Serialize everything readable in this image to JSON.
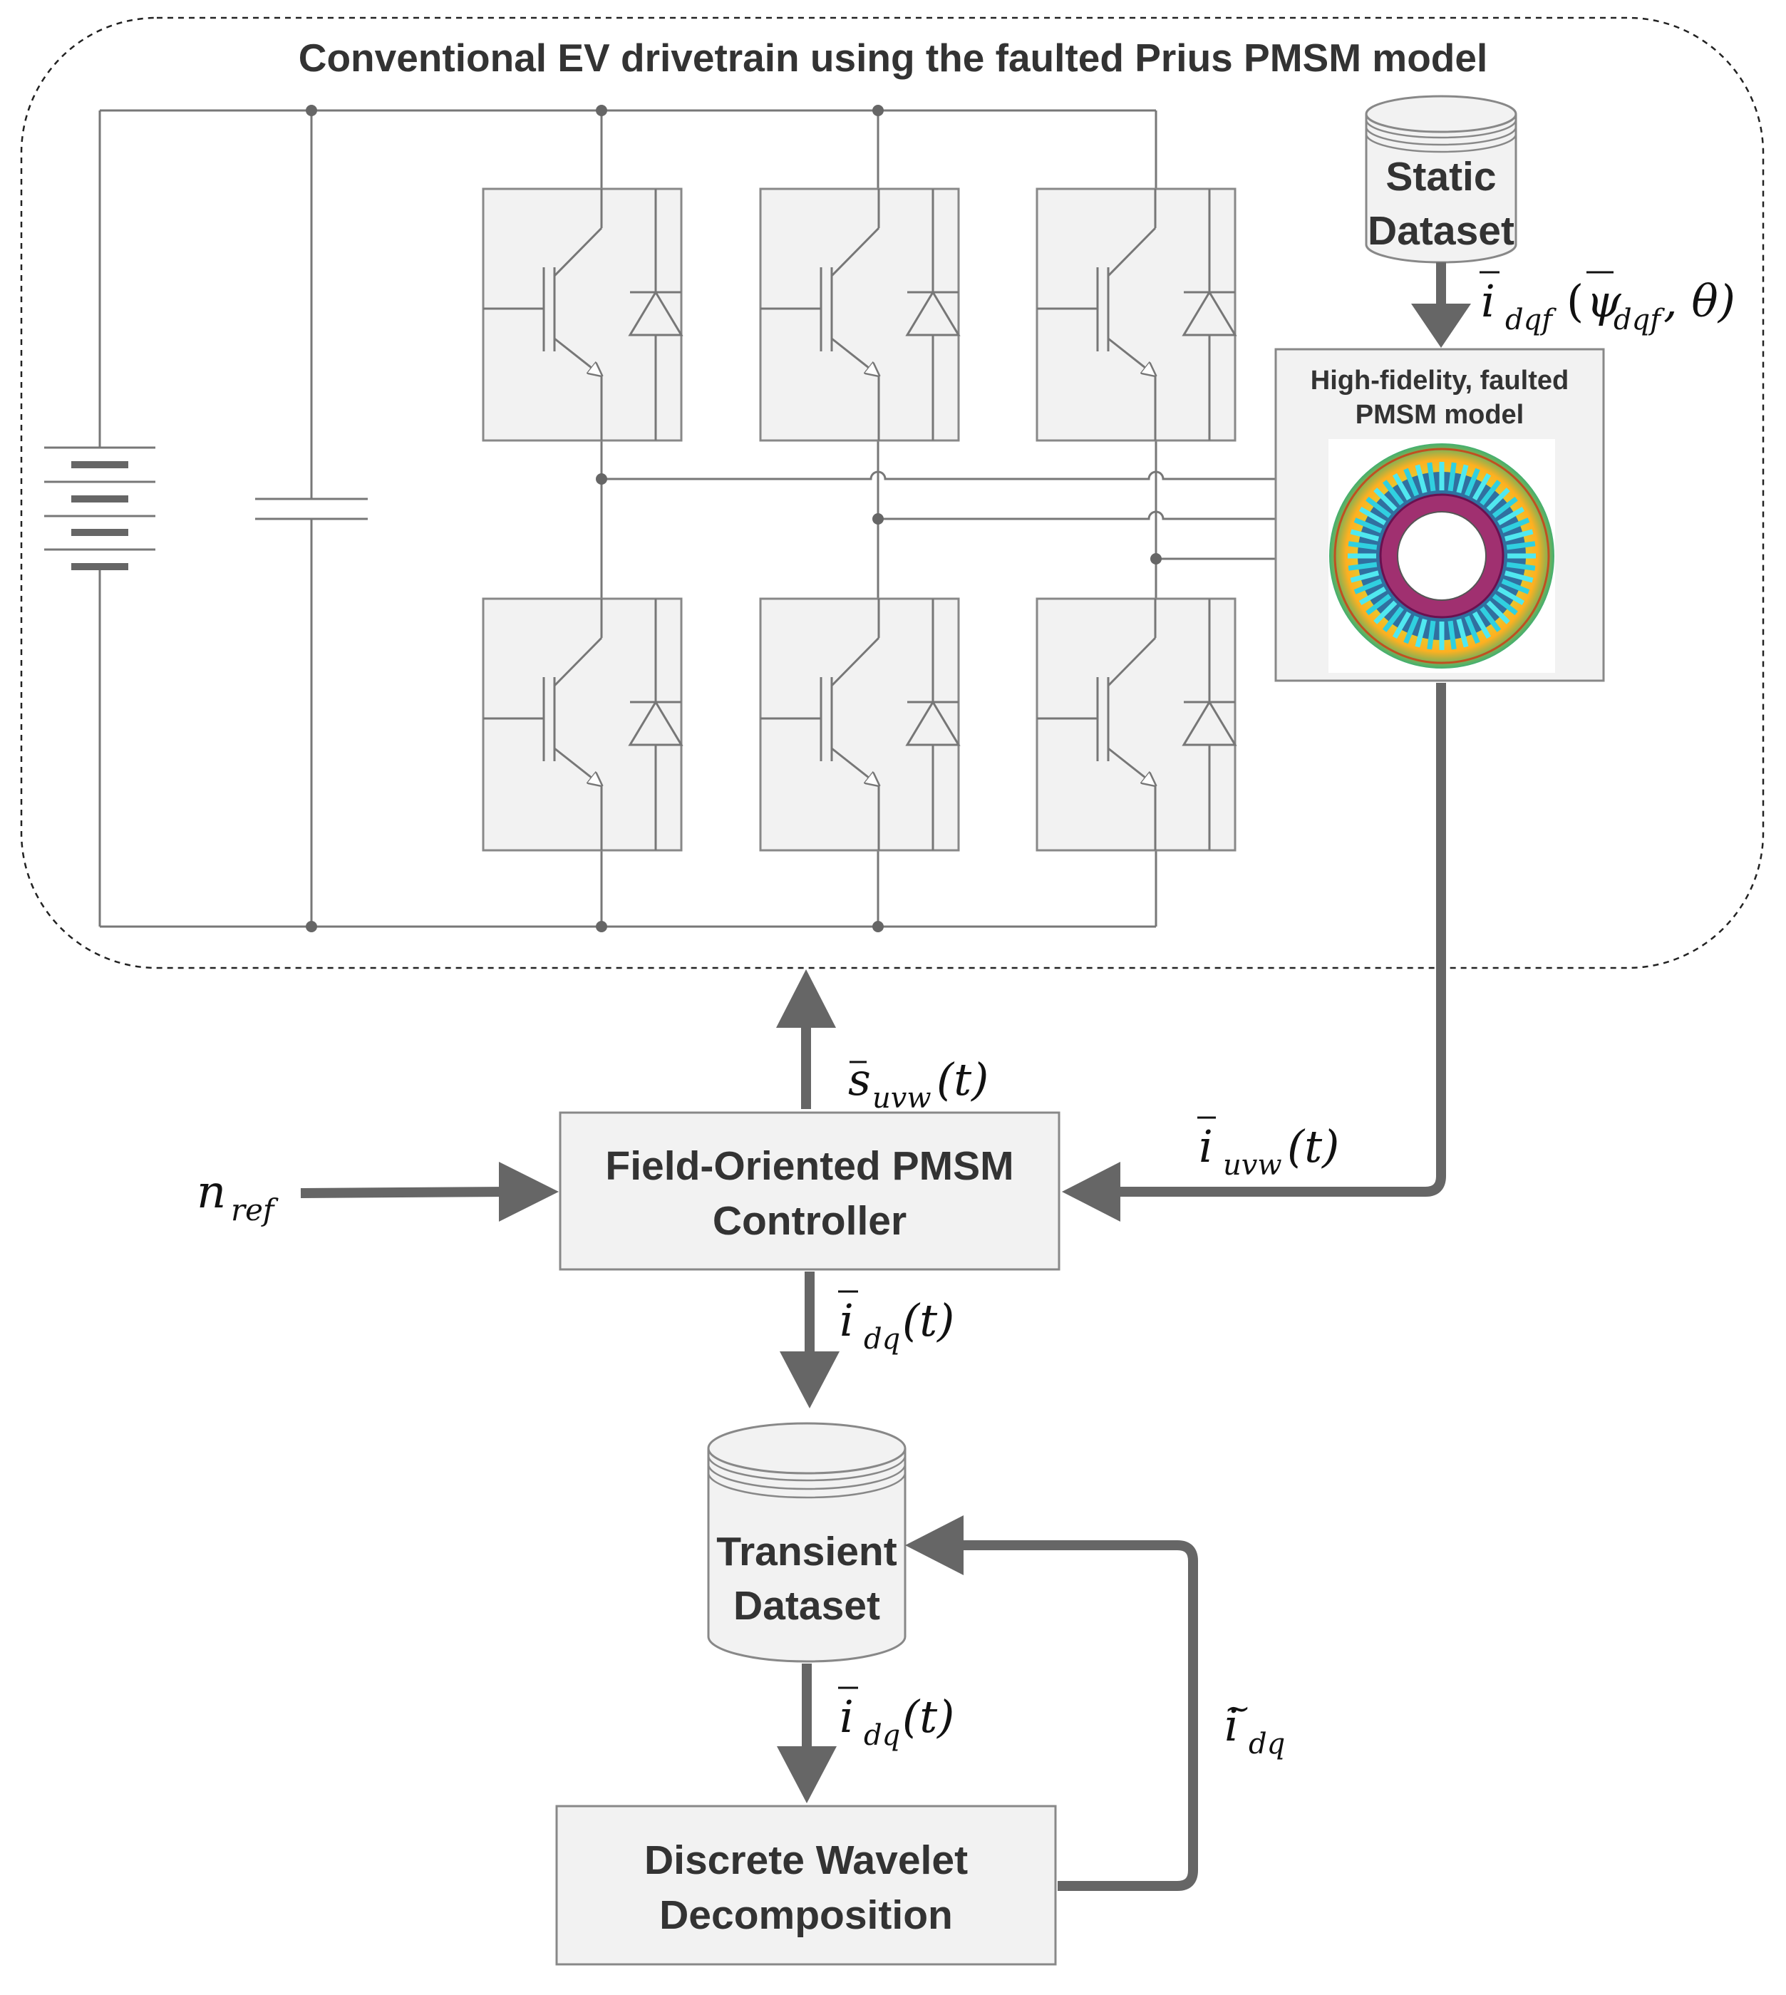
{
  "title": "Conventional EV drivetrain using the faulted Prius PMSM model",
  "static_dataset": {
    "line1": "Static",
    "line2": "Dataset"
  },
  "motor_model": {
    "line1": "High-fidelity, faulted",
    "line2": "PMSM model"
  },
  "controller": {
    "line1": "Field-Oriented PMSM",
    "line2": "Controller"
  },
  "transient_dataset": {
    "line1": "Transient",
    "line2": "Dataset"
  },
  "dwt": {
    "line1": "Discrete Wavelet",
    "line2": "Decomposition"
  },
  "signals": {
    "static_to_motor": {
      "base": "i",
      "sub": "dqf",
      "arg_open": "(",
      "psi": "ψ",
      "psi_sub": "dqf",
      "rest": ", θ)"
    },
    "gate_signals": {
      "base": "s",
      "sub": "uvw",
      "arg": "(t)"
    },
    "phase_currents": {
      "base": "i",
      "sub": "uvw",
      "arg": "(t)"
    },
    "speed_ref": {
      "base": "n",
      "sub": "ref"
    },
    "controller_to_dataset": {
      "base": "i",
      "sub": "dq",
      "arg": "(t)"
    },
    "dataset_to_dwt": {
      "base": "i",
      "sub": "dq",
      "arg": "(t)"
    },
    "dwt_feedback": {
      "base": "i",
      "sub": "dq"
    }
  },
  "colors": {
    "arrow": "#666666",
    "wire": "#666666",
    "box_fill": "#f2f2f2",
    "box_stroke": "#888888",
    "text": "#333333"
  }
}
